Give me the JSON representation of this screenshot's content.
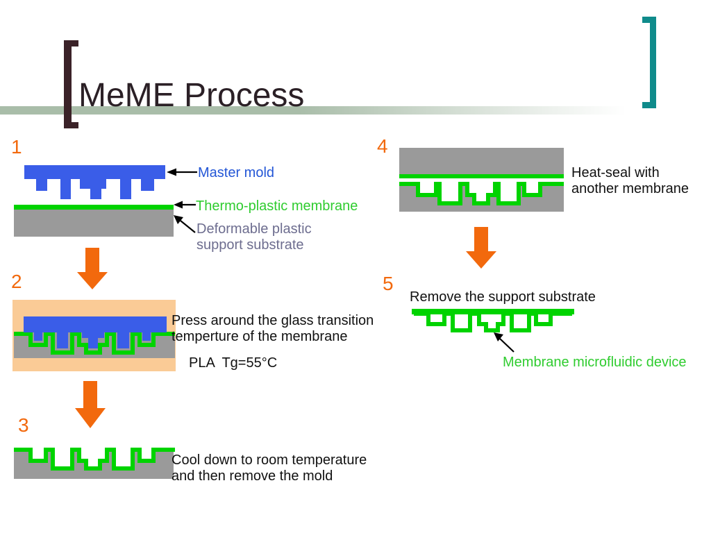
{
  "title": "MeME Process",
  "colors": {
    "master_mold_blue": "#3a5de8",
    "membrane_green": "#00d300",
    "substrate_gray": "#9a9a9a",
    "press_plate_peach": "#facb96",
    "arrow_orange": "#f2690d",
    "substrate_label_slate": "#6d6d8f",
    "bracket_teal": "#0f8b8b",
    "bracket_maroon": "#3b2228",
    "title_text": "#2b2026",
    "band_green": "#a9bda9"
  },
  "labels": {
    "master_mold": "Master mold",
    "membrane": "Thermo-plastic membrane",
    "substrate_line1": "Deformable plastic",
    "substrate_line2": "support substrate"
  },
  "steps": [
    {
      "number": "1"
    },
    {
      "number": "2",
      "caption_line1": "Press around the glass transition",
      "caption_line2": "temperture of the membrane",
      "note": "PLA  Tg=55°C"
    },
    {
      "number": "3",
      "caption_line1": "Cool down to room temperature",
      "caption_line2": "and then remove the mold"
    },
    {
      "number": "4",
      "caption_line1": "Heat-seal with",
      "caption_line2": "another membrane"
    },
    {
      "number": "5",
      "caption": "Remove the support substrate",
      "device_label": "Membrane microfluidic device"
    }
  ]
}
